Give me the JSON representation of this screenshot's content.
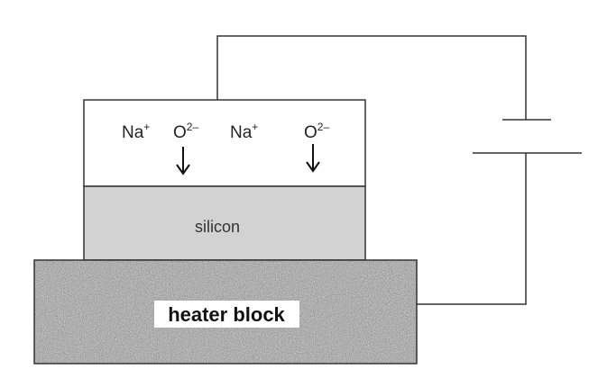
{
  "diagram": {
    "ions": [
      {
        "base": "Na",
        "charge": "+"
      },
      {
        "base": "O",
        "charge": "2–"
      },
      {
        "base": "Na",
        "charge": "+"
      },
      {
        "base": "O",
        "charge": "2–"
      }
    ],
    "silicon_label": "silicon",
    "heater_label": "heater block",
    "colors": {
      "glass": "#ffffff",
      "silicon": "#d2d2d2",
      "heater_base": "#9a9a9a",
      "wire": "#333333"
    },
    "icons": [
      "down-arrow-icon",
      "battery-icon",
      "noise-texture"
    ]
  }
}
